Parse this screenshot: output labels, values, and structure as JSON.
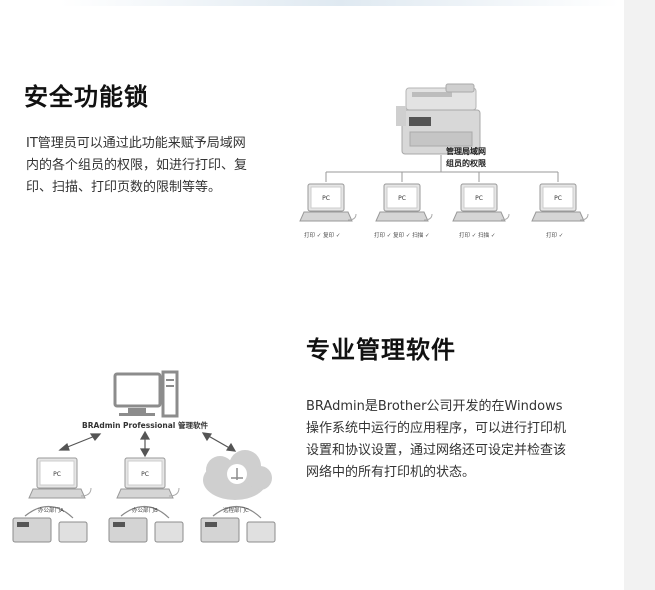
{
  "section1": {
    "title": "安全功能锁",
    "body": "IT管理员可以通过此功能来赋予局域网内的各个组员的权限，如进行打印、复印、扫描、打印页数的限制等等。"
  },
  "figure1": {
    "caption_line1": "管理局域网",
    "caption_line2": "组员的权限",
    "pc_label": "PC",
    "laptops": [
      {
        "perms": "打印 ✓ 复印 ✓"
      },
      {
        "perms": "打印 ✓ 复印 ✓ 扫描 ✓"
      },
      {
        "perms": "打印 ✓ 扫描 ✓"
      },
      {
        "perms": "打印 ✓"
      }
    ]
  },
  "section2": {
    "title": "专业管理软件",
    "body": "BRAdmin是Brother公司开发的在Windows操作系统中运行的应用程序，可以进行打印机设置和协议设置，通过网络还可设定并检查该网络中的所有打印机的状态。"
  },
  "figure2": {
    "software_label": "BRAdmin Professional 管理软件",
    "pc_label": "PC",
    "nodes": [
      {
        "label": "办公部门A"
      },
      {
        "label": "办公部门B"
      },
      {
        "label": "远程部门C"
      }
    ]
  },
  "colors": {
    "line": "#9a9a9a",
    "device": "#d4d4d4",
    "device_dark": "#8c8c8c",
    "cloud": "#cfcfcf"
  }
}
